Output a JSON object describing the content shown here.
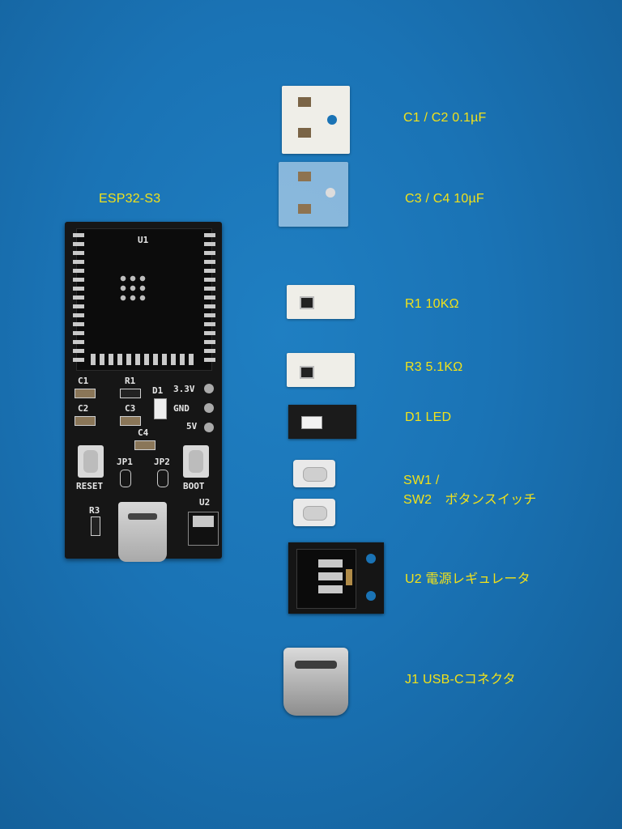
{
  "title_label": "ESP32-S3",
  "parts": [
    {
      "id": "c1c2",
      "label": "C1 / C2  0.1µF"
    },
    {
      "id": "c3c4",
      "label": "C3 / C4  10µF"
    },
    {
      "id": "r1",
      "label": "R1  10KΩ"
    },
    {
      "id": "r3",
      "label": "R3  5.1KΩ"
    },
    {
      "id": "d1",
      "label": "D1  LED"
    },
    {
      "id": "sw_line1",
      "label": "SW1 /"
    },
    {
      "id": "sw_line2",
      "label": "SW2　ボタンスイッチ"
    },
    {
      "id": "u2",
      "label": "U2  電源レギュレータ"
    },
    {
      "id": "j1",
      "label": "J1  USB-Cコネクタ"
    }
  ],
  "silkscreen": {
    "u1": "U1",
    "c1": "C1",
    "r1": "R1",
    "d1": "D1",
    "c2": "C2",
    "c3": "C3",
    "c4": "C4",
    "v33": "3.3V",
    "gnd": "GND",
    "v5": "5V",
    "jp1": "JP1",
    "jp2": "JP2",
    "reset": "RESET",
    "boot": "BOOT",
    "r3": "R3",
    "u2": "U2"
  },
  "colors": {
    "background": "#1a73b5",
    "label": "#f2e21a",
    "pcb": "#161616",
    "silkscreen": "#e6e6e6"
  }
}
